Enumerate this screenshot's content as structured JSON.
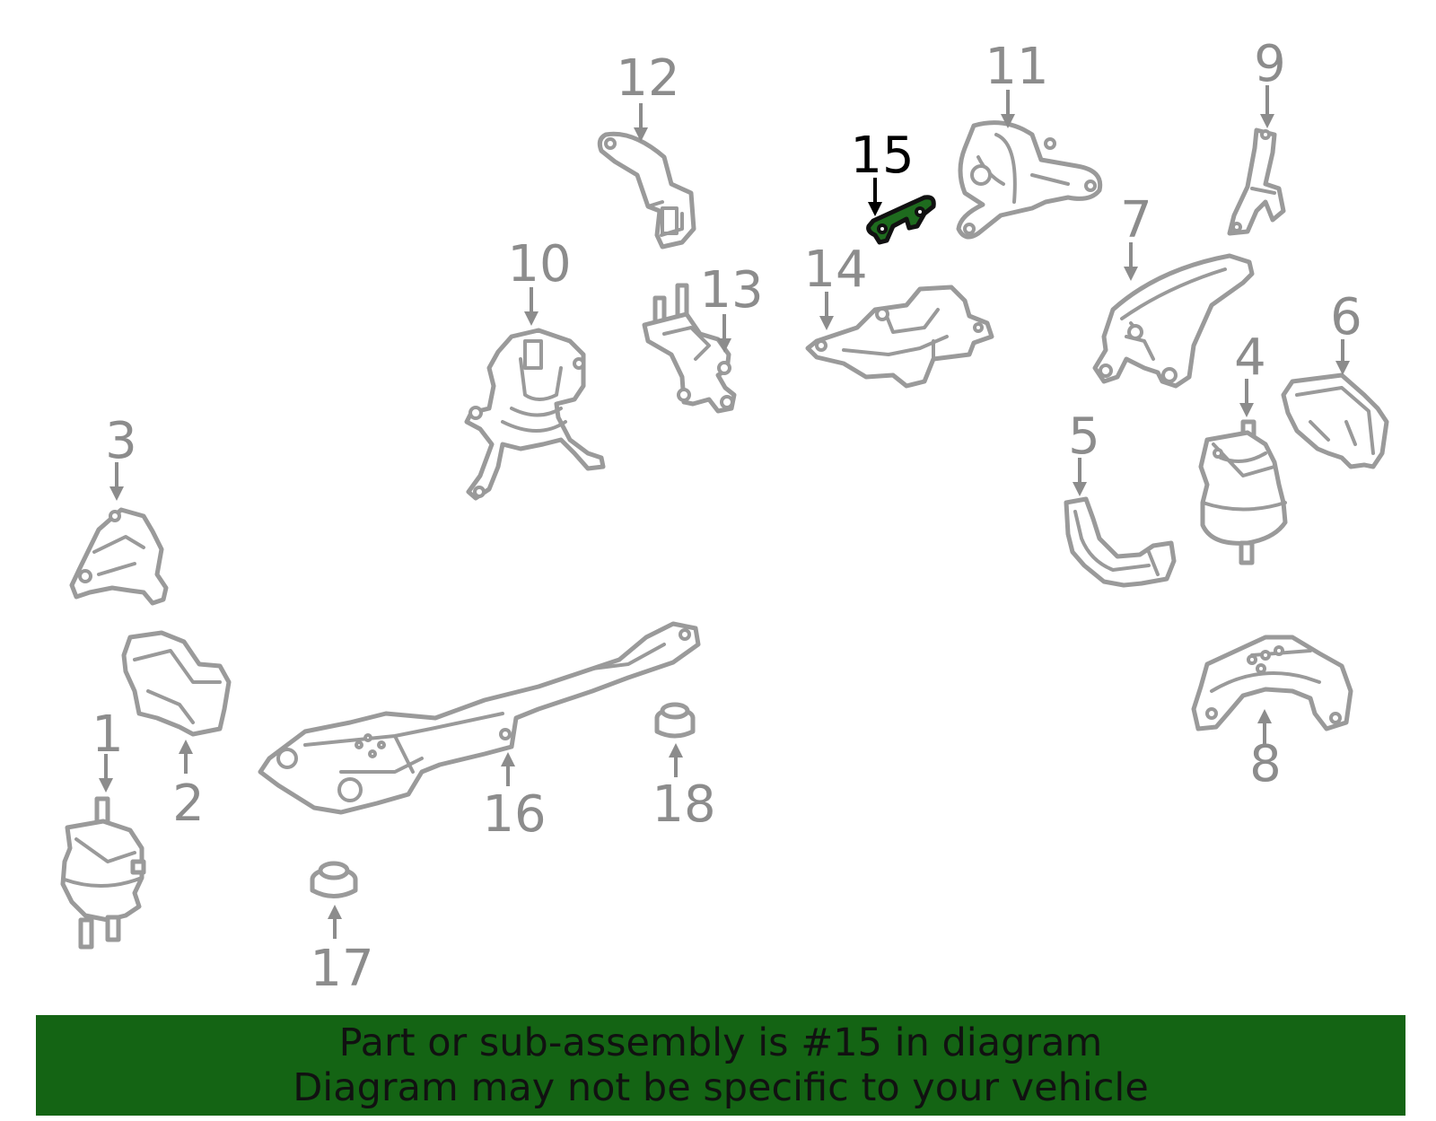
{
  "diagram": {
    "highlighted_part": "15",
    "highlight_color": "#1e6b1e",
    "callout_color": "#8c8c8c",
    "callouts": [
      "1",
      "2",
      "3",
      "4",
      "5",
      "6",
      "7",
      "8",
      "9",
      "10",
      "11",
      "12",
      "13",
      "14",
      "15",
      "16",
      "17",
      "18"
    ]
  },
  "banner": {
    "line1": "Part or sub-assembly is #15 in diagram",
    "line2": "Diagram may not be specific to your vehicle",
    "background": "#146414"
  }
}
